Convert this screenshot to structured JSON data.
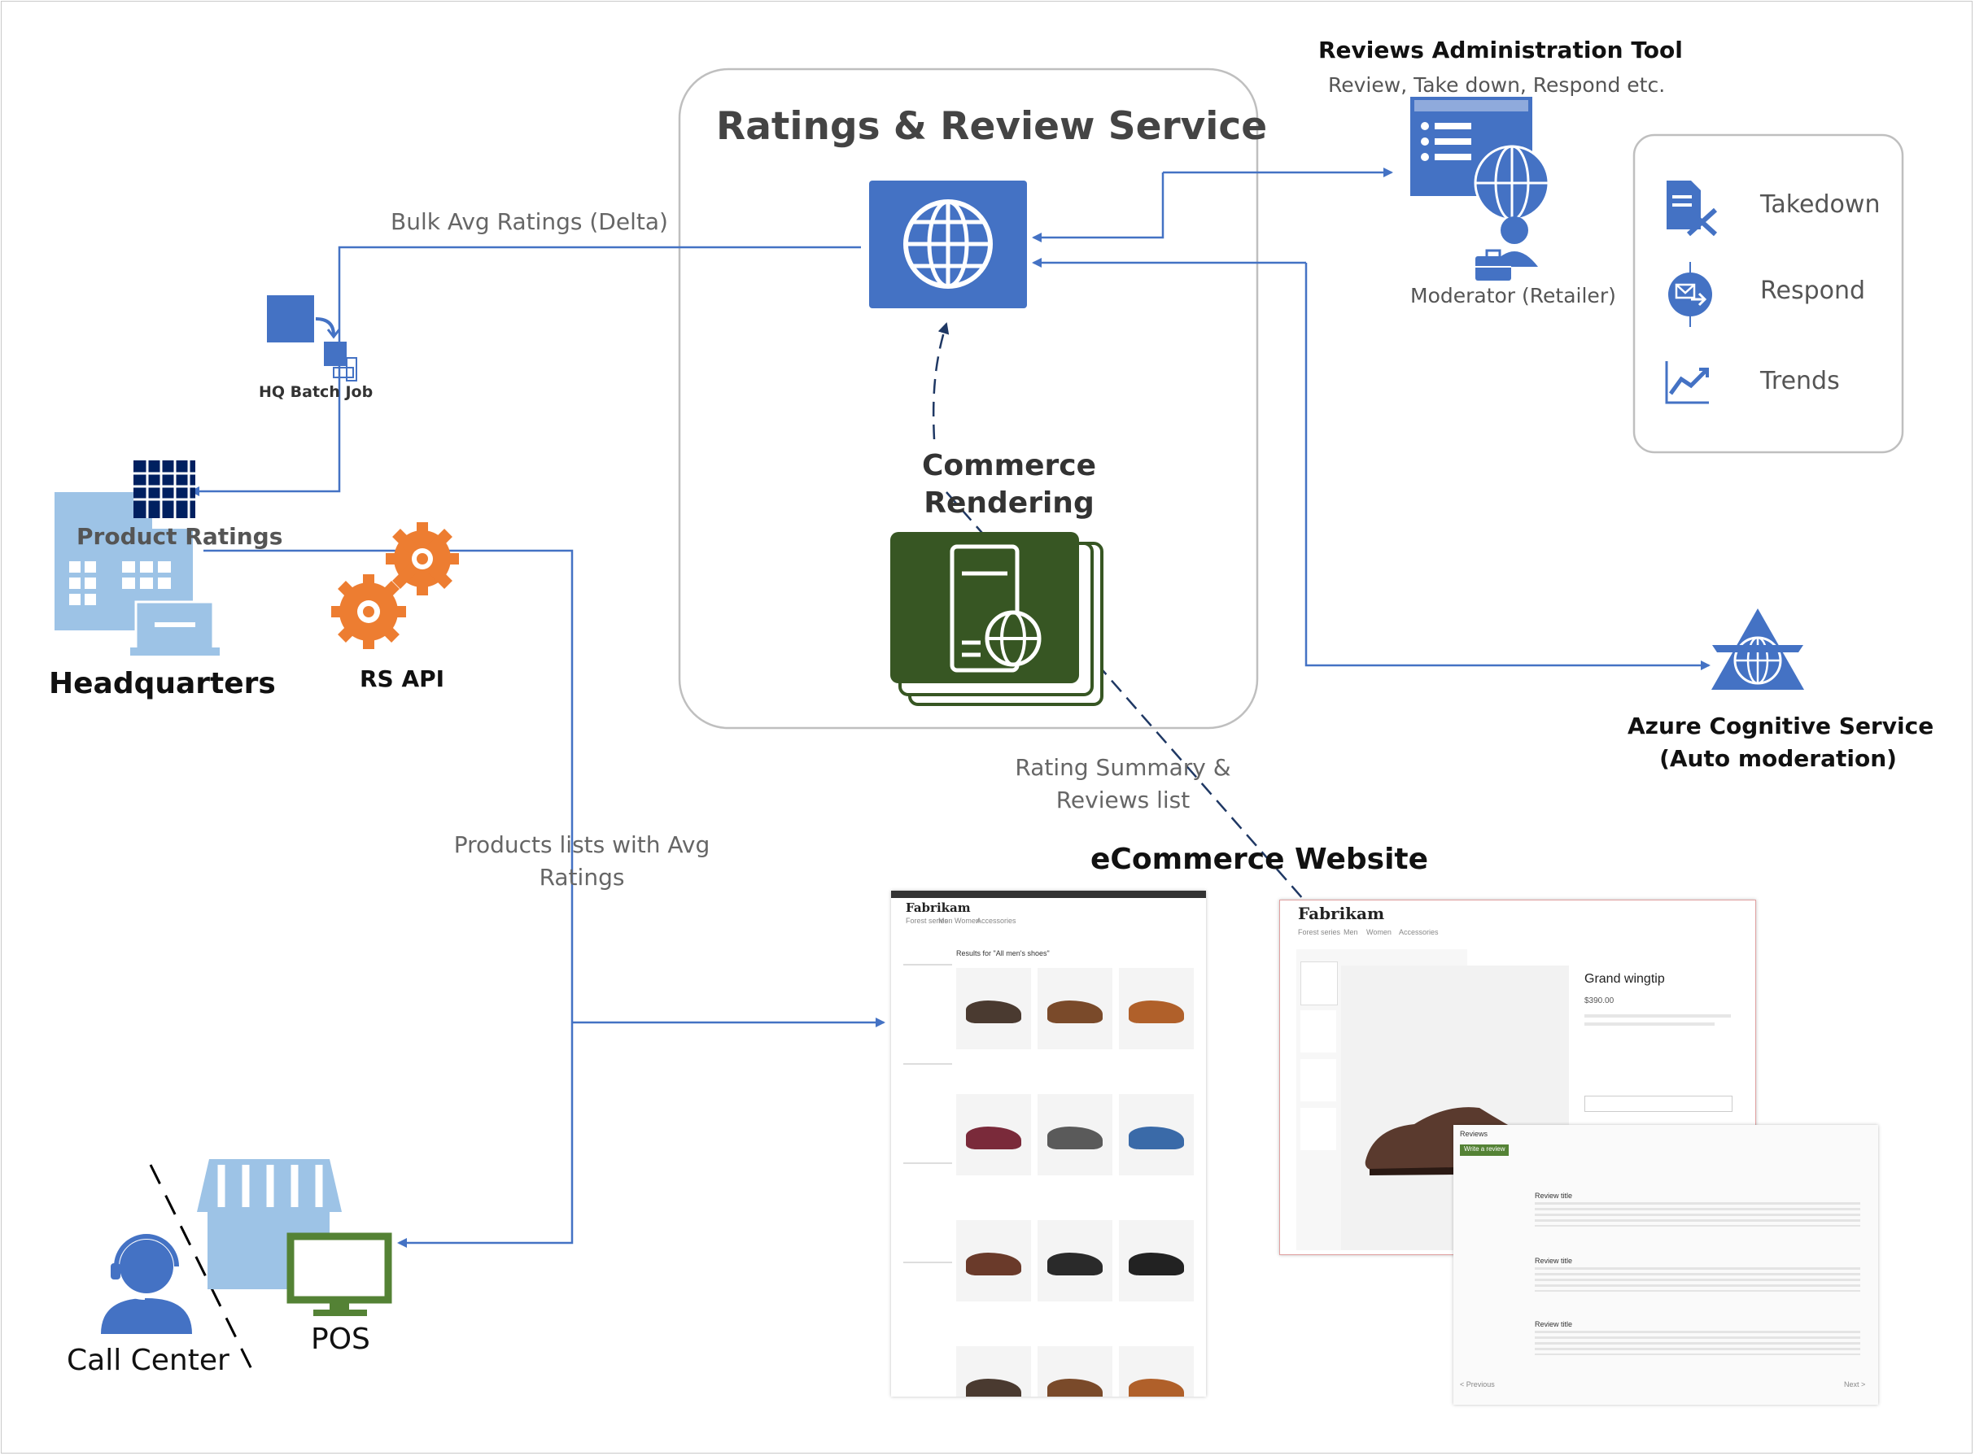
{
  "service": {
    "title": "Ratings & Review Service",
    "commerce_rendering_line1": "Commerce",
    "commerce_rendering_line2": "Rendering"
  },
  "admin_tool": {
    "title": "Reviews Administration Tool",
    "subtitle": "Review, Take down, Respond etc.",
    "moderator": "Moderator (Retailer)"
  },
  "actions": [
    {
      "label": "Takedown",
      "icon": "takedown-icon"
    },
    {
      "label": "Respond",
      "icon": "respond-icon"
    },
    {
      "label": "Trends",
      "icon": "trends-icon"
    }
  ],
  "azure": {
    "line1": "Azure Cognitive Service",
    "line2": "(Auto moderation)"
  },
  "flows": {
    "bulk": "Bulk Avg Ratings (Delta)",
    "rating_summary_line1": "Rating Summary &",
    "rating_summary_line2": "Reviews list",
    "products_line1": "Products lists with Avg",
    "products_line2": "Ratings"
  },
  "nodes": {
    "batch_job": "HQ Batch Job",
    "product_ratings": "Product Ratings",
    "headquarters": "Headquarters",
    "rs_api": "RS API",
    "call_center": "Call Center",
    "pos": "POS"
  },
  "ecommerce": {
    "title": "eCommerce Website",
    "brand": "Fabrikam",
    "listing_heading": "Results for \"All men's shoes\"",
    "product_name": "Grand wingtip",
    "product_price": "$390.00",
    "nav": [
      "Forest series",
      "Men",
      "Women",
      "Accessories"
    ],
    "reviews_heading": "Reviews",
    "write_review": "Write a review",
    "review_title": "Review title",
    "previous": "< Previous",
    "next": "Next >"
  },
  "colors": {
    "blue": "#4472c4",
    "dark_blue": "#1f3864",
    "light_blue": "#9dc3e6",
    "orange": "#ed7d31",
    "green": "#375623",
    "bright_green": "#548235",
    "navy": "#002060"
  }
}
